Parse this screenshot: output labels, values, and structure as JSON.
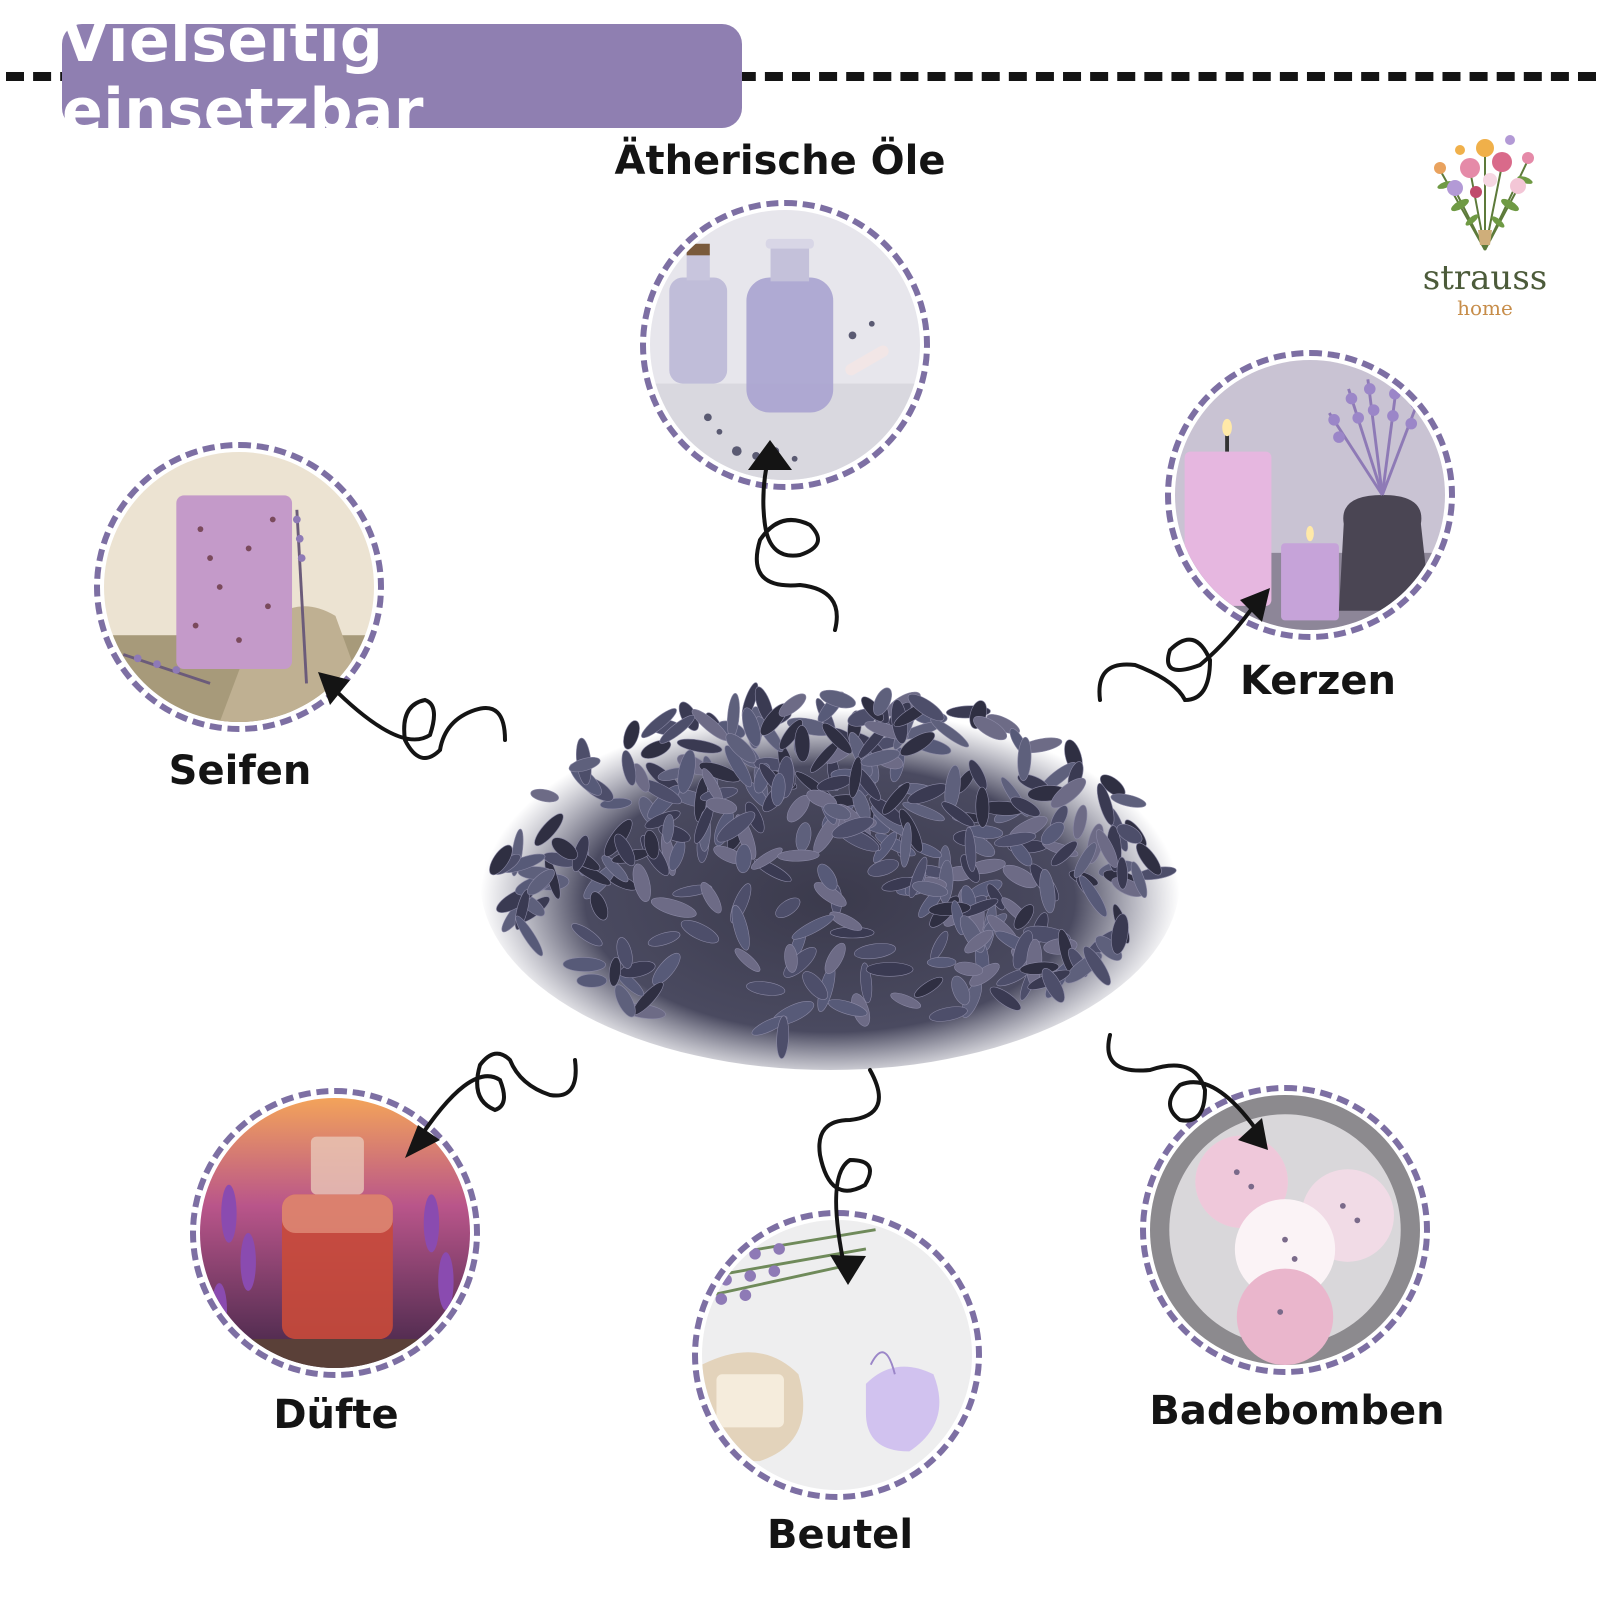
{
  "header": {
    "title": "Vielseitig einsetzbar"
  },
  "logo": {
    "word1": "strauss",
    "word2": "home"
  },
  "uses": {
    "oils": "Ätherische Öle",
    "soaps": "Seifen",
    "candles": "Kerzen",
    "scents": "Düfte",
    "sachets": "Beutel",
    "bathbombs": "Badebomben"
  },
  "colors": {
    "accent": "#8f7fb1",
    "ring": "#7d6fa3",
    "text": "#141414"
  }
}
